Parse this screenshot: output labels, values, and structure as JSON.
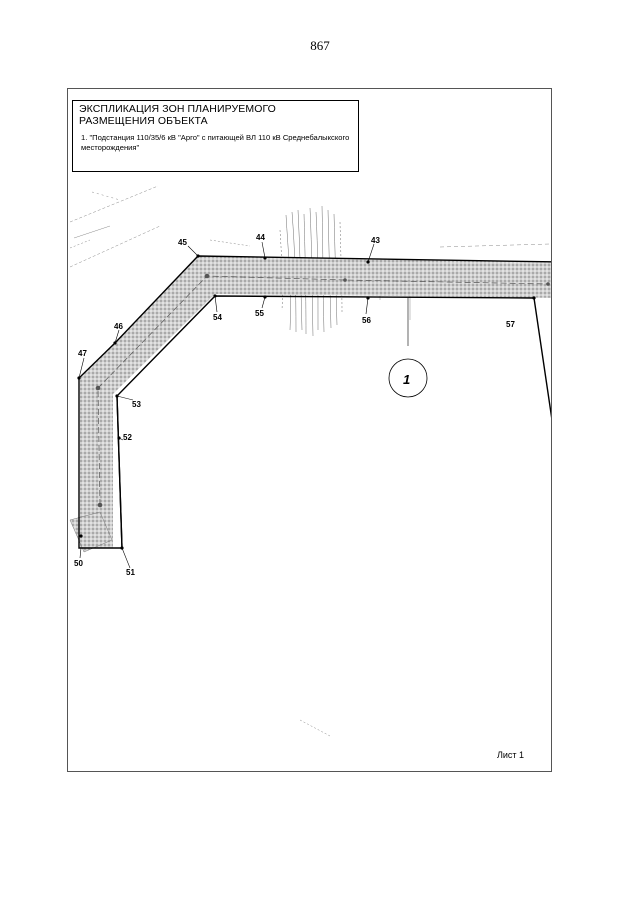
{
  "page_number": "867",
  "legend": {
    "title": "ЭКСПЛИКАЦИЯ ЗОН ПЛАНИРУЕМОГО РАЗМЕЩЕНИЯ ОБЪЕКТА",
    "item": "1. \"Подстанция 110/35/6 кВ \"Арго\" с питающей ВЛ 110 кВ Среднебалыкского месторождения\""
  },
  "zone_label": "1",
  "points": {
    "p43": "43",
    "p44": "44",
    "p45": "45",
    "p46": "46",
    "p47": "47",
    "p50": "50",
    "p51": "51",
    "p52": "52",
    "p53": "53",
    "p54": "54",
    "p55": "55",
    "p56": "56",
    "p57": "57"
  },
  "sheet_label": "Лист 1",
  "colors": {
    "corridor": "#c8c8c8",
    "boundary": "#000000"
  }
}
